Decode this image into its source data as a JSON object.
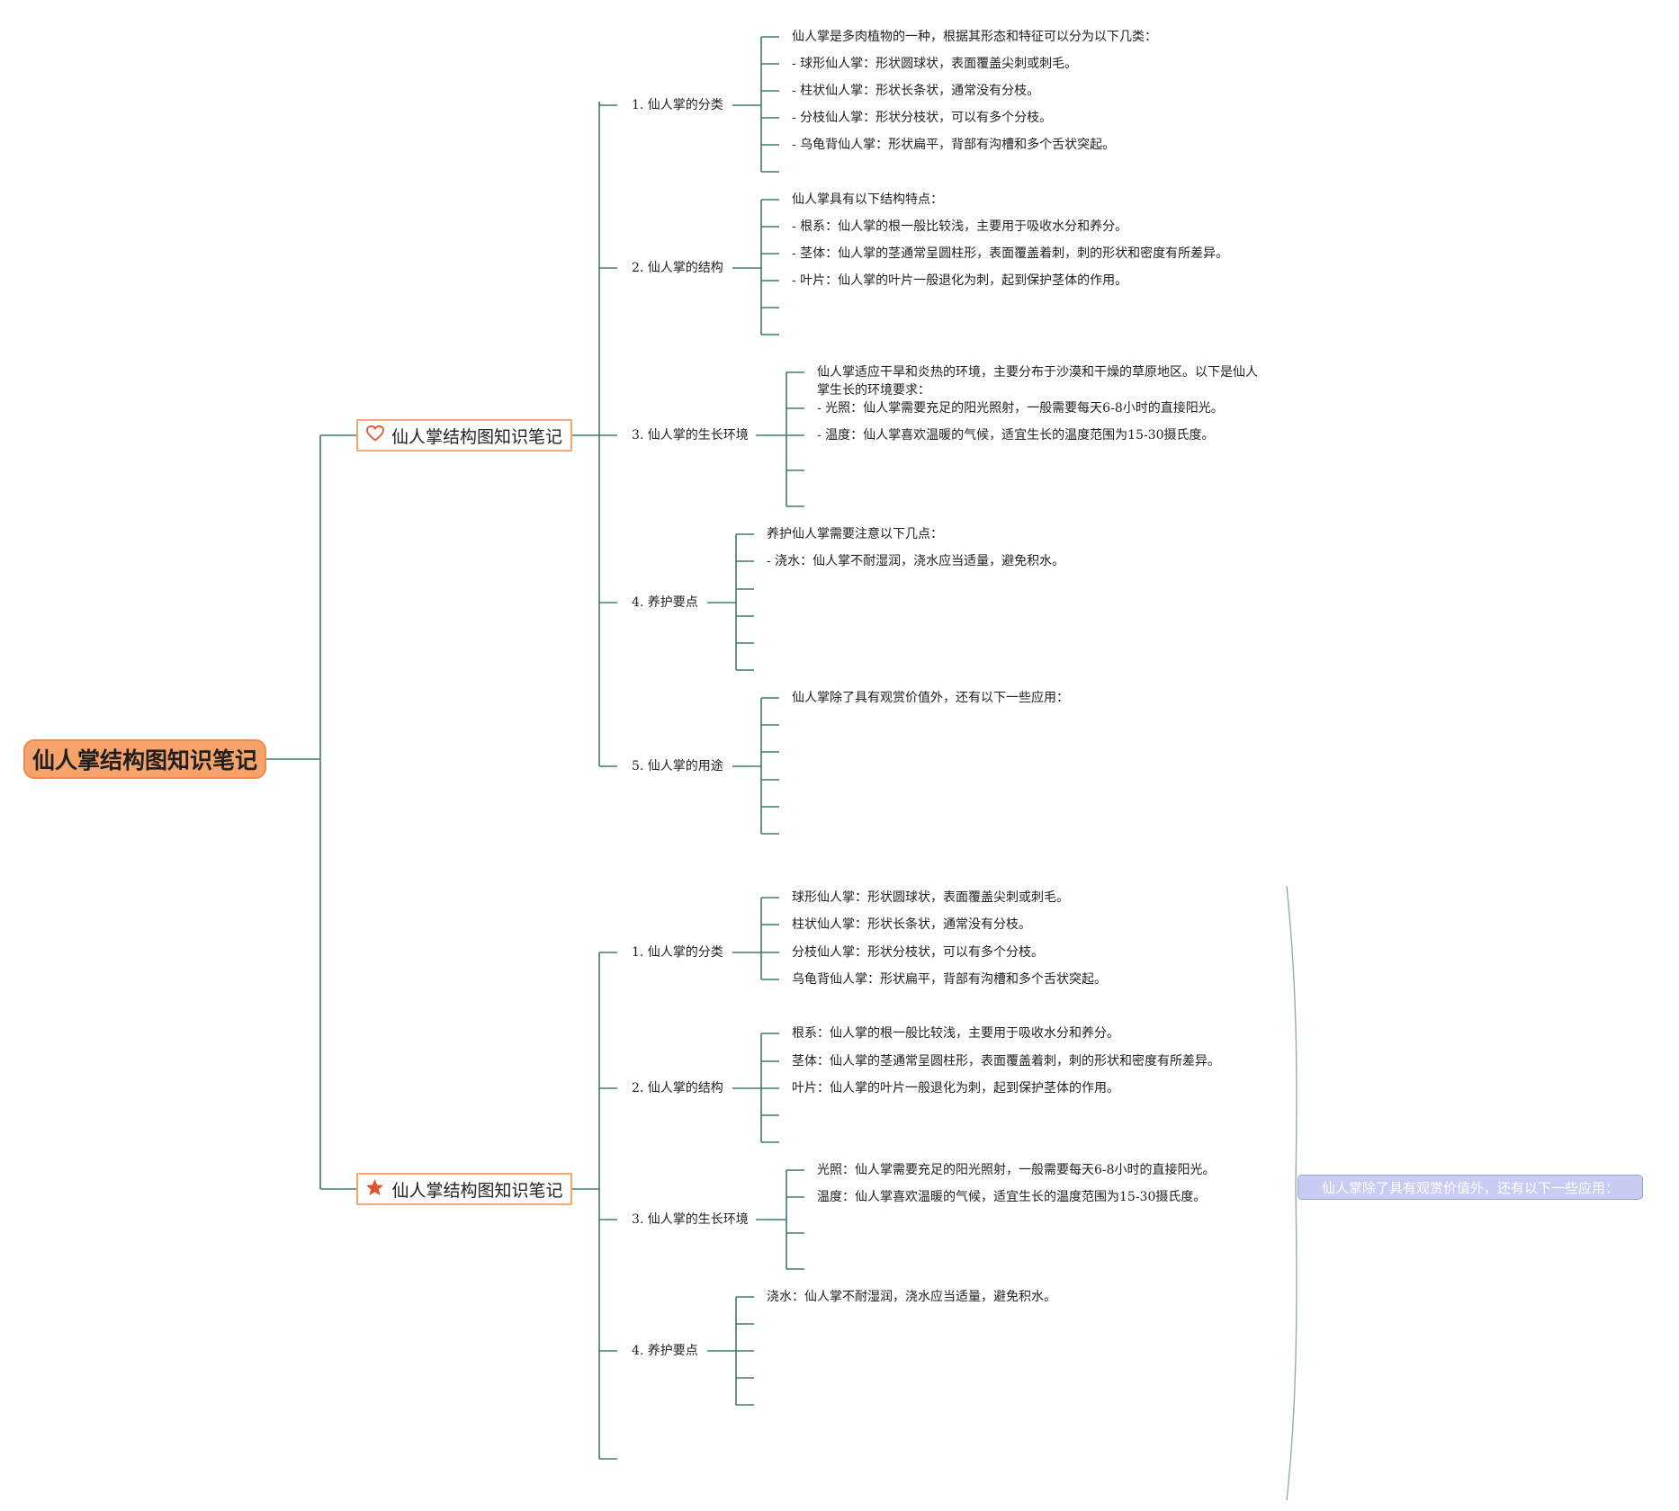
{
  "root": {
    "title": "仙人掌结构图知识笔记"
  },
  "colors": {
    "connector": "#3e7a70",
    "root_fill": "#f5a36b",
    "main_border": "#f0a877",
    "icon": "#e0552b",
    "callout_fill": "#c8ccf2"
  },
  "branches": [
    {
      "icon": "heart-outline-icon",
      "title": "仙人掌结构图知识笔记",
      "sections": [
        {
          "title": "1. 仙人掌的分类",
          "items": [
            "仙人掌是多肉植物的一种，根据其形态和特征可以分为以下几类：",
            "- 球形仙人掌：形状圆球状，表面覆盖尖刺或刺毛。",
            "- 柱状仙人掌：形状长条状，通常没有分枝。",
            "- 分枝仙人掌：形状分枝状，可以有多个分枝。",
            "- 乌龟背仙人掌：形状扁平，背部有沟槽和多个舌状突起。",
            ""
          ]
        },
        {
          "title": "2. 仙人掌的结构",
          "items": [
            "仙人掌具有以下结构特点：",
            "- 根系：仙人掌的根一般比较浅，主要用于吸收水分和养分。",
            "- 茎体：仙人掌的茎通常呈圆柱形，表面覆盖着刺，刺的形状和密度有所差异。",
            "- 叶片：仙人掌的叶片一般退化为刺，起到保护茎体的作用。",
            "",
            ""
          ]
        },
        {
          "title": "3. 仙人掌的生长环境",
          "items": [
            "仙人掌适应干旱和炎热的环境，主要分布于沙漠和干燥的草原地区。以下是仙人掌生长的环境要求：",
            "- 光照：仙人掌需要充足的阳光照射，一般需要每天6-8小时的直接阳光。",
            "- 温度：仙人掌喜欢温暖的气候，适宜生长的温度范围为15-30摄氏度。",
            "",
            ""
          ]
        },
        {
          "title": "4. 养护要点",
          "items": [
            "养护仙人掌需要注意以下几点：",
            "- 浇水：仙人掌不耐湿润，浇水应当适量，避免积水。",
            "",
            "",
            "",
            ""
          ]
        },
        {
          "title": "5. 仙人掌的用途",
          "items": [
            "仙人掌除了具有观赏价值外，还有以下一些应用：",
            "",
            "",
            "",
            "",
            ""
          ]
        }
      ]
    },
    {
      "icon": "star-icon",
      "title": "仙人掌结构图知识笔记",
      "sections": [
        {
          "title": "1. 仙人掌的分类",
          "items": [
            "球形仙人掌：形状圆球状，表面覆盖尖刺或刺毛。",
            "柱状仙人掌：形状长条状，通常没有分枝。",
            "分枝仙人掌：形状分枝状，可以有多个分枝。",
            "乌龟背仙人掌：形状扁平，背部有沟槽和多个舌状突起。"
          ]
        },
        {
          "title": "2. 仙人掌的结构",
          "items": [
            "根系：仙人掌的根一般比较浅，主要用于吸收水分和养分。",
            "茎体：仙人掌的茎通常呈圆柱形，表面覆盖着刺，刺的形状和密度有所差异。",
            "叶片：仙人掌的叶片一般退化为刺，起到保护茎体的作用。",
            "",
            ""
          ]
        },
        {
          "title": "3. 仙人掌的生长环境",
          "items": [
            "光照：仙人掌需要充足的阳光照射，一般需要每天6-8小时的直接阳光。",
            "温度：仙人掌喜欢温暖的气候，适宜生长的温度范围为15-30摄氏度。",
            "",
            ""
          ]
        },
        {
          "title": "4. 养护要点",
          "items": [
            "浇水：仙人掌不耐湿润，浇水应当适量，避免积水。",
            "",
            "",
            "",
            ""
          ]
        },
        {
          "title": "",
          "items": []
        }
      ]
    }
  ],
  "summary_callout": "仙人掌除了具有观赏价值外，还有以下一些应用："
}
